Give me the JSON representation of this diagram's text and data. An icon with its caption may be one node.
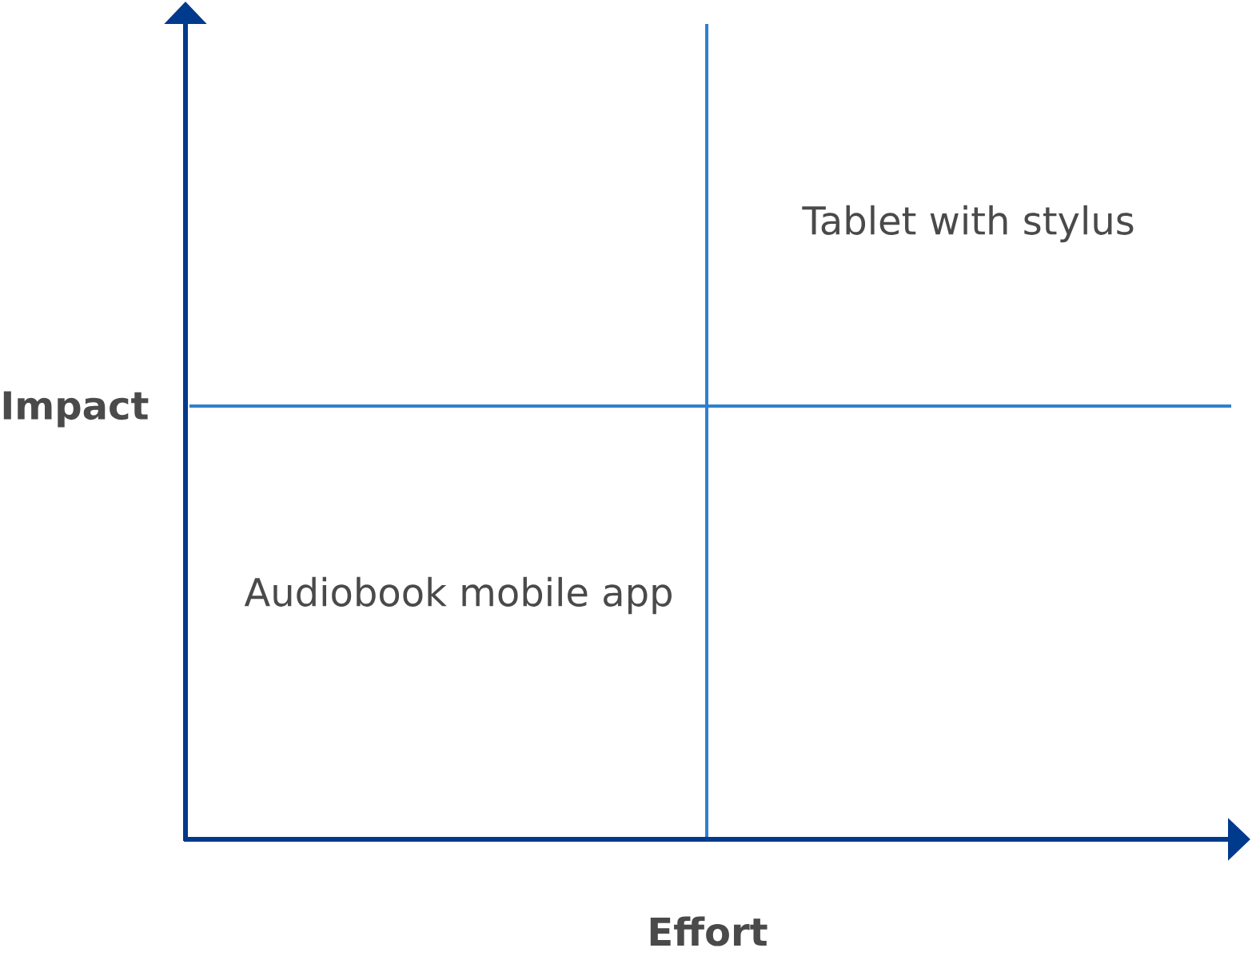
{
  "diagram": {
    "labels": [
      "Impact",
      "Tablet with stylus",
      "Audiobook mobile app",
      "Effort"
    ]
  }
}
